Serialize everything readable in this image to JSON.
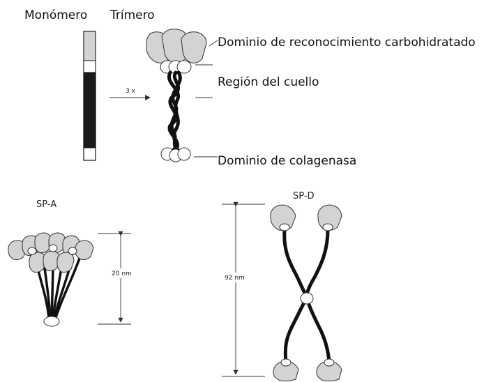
{
  "headers": {
    "monomer": "Monómero",
    "trimer": "Trímero"
  },
  "labels": {
    "crd": "Dominio de reconocimiento carbohidratado",
    "neck": "Región del cuello",
    "collagen": "Dominio de colagenasa",
    "multiplier": "3 x"
  },
  "sp_a": {
    "title": "SP-A",
    "size_label": "20 nm"
  },
  "sp_d": {
    "title": "SP-D",
    "size_label": "92 nm"
  },
  "colors": {
    "head_fill": "#d3d3d3",
    "strand": "#111111",
    "outline": "#333333"
  }
}
